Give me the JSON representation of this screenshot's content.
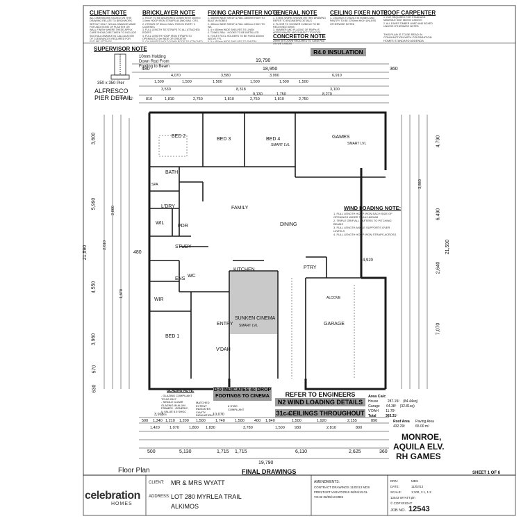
{
  "header_notes": {
    "general_left": "ALL DIMENSIONS STATED ON THIS DRAWING RELATE TO BRICKWORK SETOUT ONLY. NO ALLOWANCE MADE FOR ADDITIONS OF PLASTER OR WALL FINISH WHERE THESE APPLY. CARE SHOULD BE TAKEN TO INCLUDE SUCH ALLOWANCE IN CALCULATION OF CLEARANCES REQUIRED FOR FUTURE FITTINGS.",
    "client_note": {
      "title": "CLIENT NOTE",
      "text": ""
    },
    "bricklayer_note": {
      "title": "BRICKLAYER NOTE",
      "text": "1. ROOF TO BE ANCHORED DOWN WITH 30mm x 1.0mm HOOP IRON STRAPS @ 1800 MAX. CRS.\n2. 2 ROWS OF 50mm GALV. ROD IN EVERY 3 COURSES\n3. FULL LENGTH TIE STRAPS TO ALL ATTACHED ROOFS\n4. FULL LENGTH HOOP IRON STRAPS TO OPENINGS 2.4m WIDE OR GREATER\n5. GALVANISED HOLD DOWN RODS TO ATTACHED PIERS WITH 2 TIE DOWN ON PERIMETER WALLS"
    },
    "fixing_carpenter_note": {
      "title": "FIXING CARPENTER NOTE",
      "text": "1. 450mm WIDE SHELF & RAIL 1800mm HIGH TO BUILT IN ROBES\n2. 450mm WIDE SHELF & RAIL 1800mm HIGH TO WIL\n3. 4 x 450mm WIDE SHELVES TO LINEN\n4. TOWEL RAIL - HOOKS TO BE INSTALLED\n5. TOILET ROLL HOLDERS TO BE FIXED 800mm ABOVE FFL\n6. 5 x 450mm WIDE SHELVES TO PANTRY BOTTOM SHELF AT 450mm AFL"
    },
    "general_note": {
      "title": "GENERAL NOTE",
      "text": "1. STEEL WORK SHOWN ON THIS DRAWING REFER TO ENGINEERS DETAILS\n2. FLOOR TO SHOWER CUBICLE TO BE RECESSED 50mm\n3. NUMBER AND PLACING OF RWP's IS APPROXIMATE AND SUBJECT TO ROOF STRUCTURE AND AT PLUMBERS DISCRETION"
    },
    "concretor_note": {
      "title": "CONCRETOR NOTE",
      "text": "25mm SETDOWN REQUIRED TO SAND PAD ON WET AREAS"
    },
    "ceiling_fixer_note": {
      "title": "CEILING FIXER NOTE",
      "text": "1. CEILINGS TO BUILT IN ROBES AND PANTRY TO BE 2700mm HIGH UNLESS OTHERWISE NOTED"
    },
    "roof_carpenter": {
      "title": "ROOF CARPENTER",
      "text": "1. CUT REQUIRED FOR STANDARD MANHOLE SIZE 560mm x 840mm\n2. ALL EAVES TIMBER LINED AND BOXED UNLESS OTHERWISE NOTED"
    },
    "plan_note": "THIS PLAN IS TO BE READ IN CONJUNCTION WITH CELEBRATION HOMES STANDARD ADDENDA",
    "supervisor_note": {
      "title": "SUPERVISOR NOTE",
      "text": ""
    },
    "holding_rod": "10mm Holding Down Rod From Footing to Beam",
    "r40_insulation": "R4.0 INSULATION",
    "alfresco_pier": "350 x 350 Pier",
    "alfresco_detail": "ALFRESCO PIER DETAIL",
    "detail_scale": "(Scale 1:20)"
  },
  "top_dims": {
    "overall_a": "19,790",
    "overall_b": "18,950",
    "d_480": "480",
    "d_360": "360",
    "row1": [
      "4,070",
      "3,580",
      "3,990",
      "6,910"
    ],
    "row2": [
      "1,500",
      "1,500",
      "1,500",
      "1,500",
      "1,500",
      "1,500"
    ],
    "row3": [
      "3,530",
      "8,318",
      "9,130",
      "1,750",
      "3,100",
      "8,270"
    ],
    "row4": [
      "810",
      "1,810",
      "2,750",
      "1,810",
      "2,750",
      "1,810",
      "2,750"
    ]
  },
  "left_dims": [
    "3,600",
    "5,990",
    "21,590",
    "4,550",
    "3,960",
    "570",
    "630",
    "2,060",
    "1,870",
    "2,610",
    "480"
  ],
  "right_dims": [
    "4,790",
    "6,490",
    "21,590",
    "2,640",
    "7,070",
    "3,860",
    "4,920"
  ],
  "bottom_dims": {
    "row1": [
      "3,915",
      "10,070",
      "400"
    ],
    "row2": [
      "500",
      "1,340",
      "1,210",
      "1,200",
      "1,500",
      "1,740",
      "1,500",
      "400",
      "1,840",
      "1,500",
      "1,920",
      "2,155",
      "890"
    ],
    "row3": [
      "1,420",
      "1,070",
      "1,800",
      "1,830",
      "3,780",
      "1,500",
      "930",
      "2,810",
      "800"
    ],
    "row4": [
      "500",
      "5,130",
      "1,715",
      "1,715",
      "6,110",
      "2,625",
      "360"
    ],
    "overall": "19,790"
  },
  "rooms": {
    "bed2": "BED 2",
    "bed3": "BED 3",
    "bed4": "BED 4",
    "games": "GAMES",
    "bath": "BATH",
    "family": "FAMILY",
    "dining": "DINING",
    "lndry": "L'DRY",
    "wil": "WIL",
    "pdr": "PDR",
    "study": "STUDY",
    "kitchen": "KITCHEN",
    "ptry": "PTRY",
    "ens": "ENS",
    "wc": "WC",
    "wir": "WIR",
    "bed1": "BED 1",
    "entry": "ENTRY",
    "sunken_cinema": "SUNKEN CINEMA",
    "vdah": "V'DAH",
    "garage": "GARAGE",
    "alcove": "ALCOVE",
    "spa": "SPA",
    "smart_lvl": "SMART LVL"
  },
  "wind_loading": {
    "title": "WIND LOADING NOTE:",
    "text": "1. FULL LENGTH HOOP IRON EACH SIDE OF OPENINGS WIDER THAN 1800MM\n2. TRIPLE GRIP ALL RAFTERS TO PITCHING BEAMS\n3. FULL LENGTH ANGLE SUPPORTS OVER LINTELS\n4. FULL LENGTH HOOP IRON STRAPS ACROSS ROOF TO ALL INTERSECTIONS"
  },
  "callouts": {
    "d0_indicates": "D-0 INDICATES 4c DROP FOOTINGS TO CINEMA",
    "refer_engineers": "REFER TO ENGINEERS",
    "n2_wind": "N2 WIND LOADING DETAILS",
    "ceilings": "31c CEILINGS THROUGHOUT",
    "glazing_note": "GLAZING NOTE:",
    "glazing_text": "- GLAZING COMPLIANT TO AS 2047",
    "single_clear": "- SINGLE CLEAR GLAZING IN ALUM FRAMES - GENERIC U VALUE 6.5 SHGC 0.74",
    "matched_extent": "MATCHED EXTENT INDICATES CAVITY INSULATION",
    "six_star": "6 STAR COMPLIANT"
  },
  "area_calc": {
    "title": "Area Calc",
    "rows": [
      {
        "label": "House",
        "value": "287.19²",
        "sq": "(84.44sq)"
      },
      {
        "label": "Garage",
        "value": "64.38²",
        "sq": "(32.81sq)"
      },
      {
        "label": "V'DAH",
        "value": "11.75²",
        "sq": ""
      },
      {
        "label": "Total",
        "value": "363.31²",
        "sq": ""
      }
    ]
  },
  "roof_area": {
    "label": "Roof Area",
    "value": "432.29²",
    "paving_label": "Paving Area",
    "paving_value": "65.00 m²"
  },
  "elevation_title": [
    "MONROE,",
    "AQUILA ELV.",
    "RH GAMES"
  ],
  "floor_plan_label": "Floor Plan",
  "final_drawings": "FINAL DRAWINGS",
  "sheet": "SHEET 1 OF 6",
  "brand": {
    "name": "celebration",
    "sub": "HOMES"
  },
  "title_block": {
    "client_label": "CLIENT:",
    "client": "MR & MRS WYATT",
    "address_label": "ADDRESS:",
    "address_1": "LOT 280 MYRLEA TRAIL",
    "address_2": "ALKIMOS",
    "amendments_label": "AMENDMENTS:",
    "amendments": [
      "CONTRACT DRAWINGS 11/02/13 MDS",
      "PRESTART VARIATIONS 06/04/13 GL",
      "VGH2 06/05/13 MDS"
    ],
    "drn_label": "DRN:",
    "drn": "MDS",
    "date_label": "DATE:",
    "date": "11/02/13",
    "scale_label": "SCALE:",
    "scale": "1:100, 1:1, 1:2",
    "file": "12543 WYATT.pln",
    "copyright": "© COPYRIGHT",
    "job_label": "JOB NO.",
    "job_no": "12543"
  },
  "colors": {
    "line": "#1a1a1a",
    "grey_banner": "#9b9b9b",
    "cinema_fill": "#c9c9c9"
  }
}
